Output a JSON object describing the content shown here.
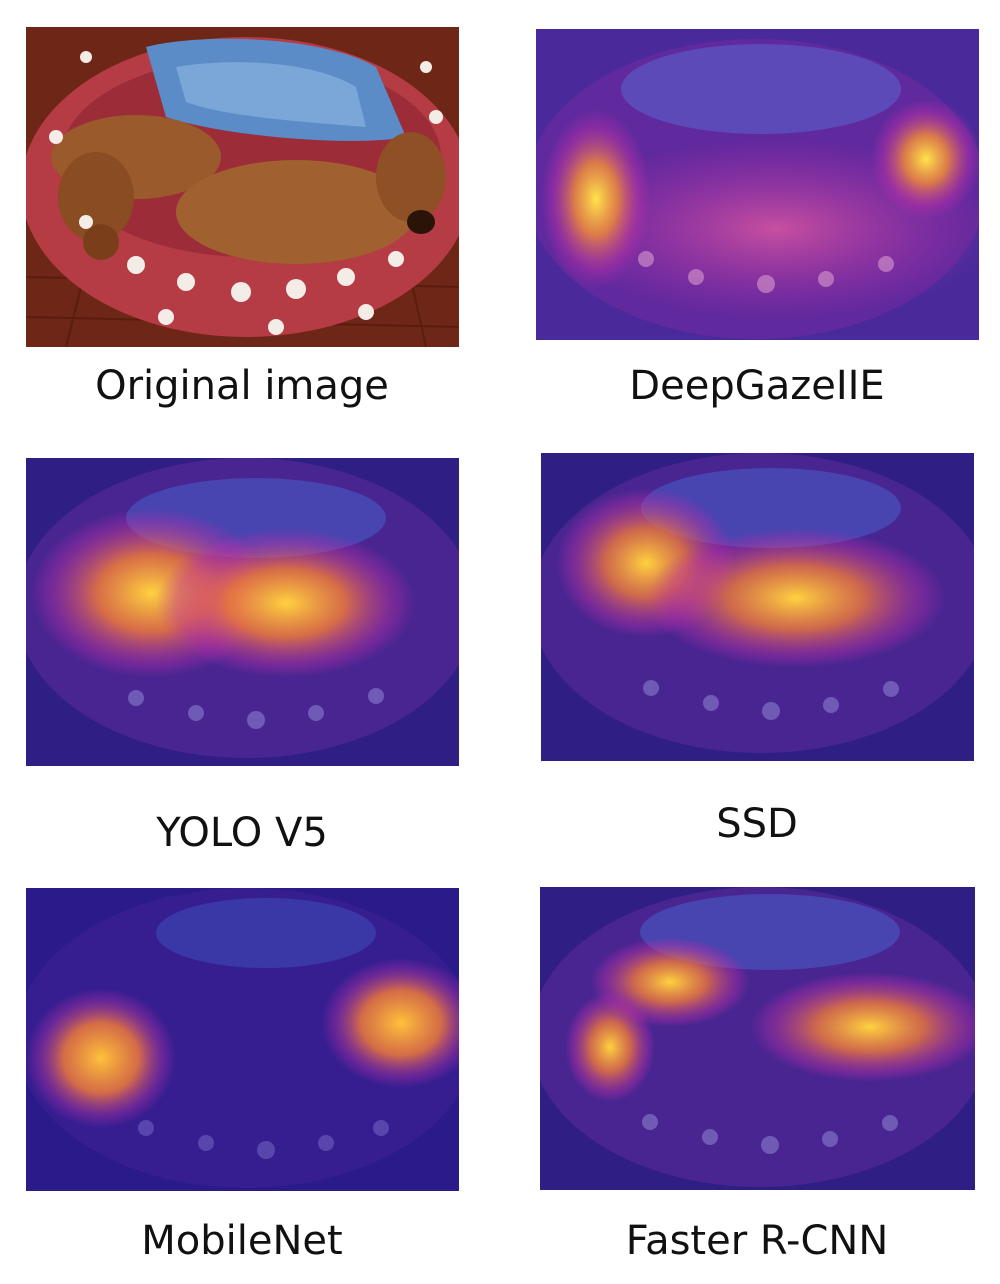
{
  "figure": {
    "panels": [
      {
        "caption": "Original image",
        "kind": "photo"
      },
      {
        "caption": "DeepGazeIIE",
        "kind": "heatmap"
      },
      {
        "caption": "YOLO V5",
        "kind": "heatmap"
      },
      {
        "caption": "SSD",
        "kind": "heatmap"
      },
      {
        "caption": "MobileNet",
        "kind": "heatmap"
      },
      {
        "caption": "Faster R-CNN",
        "kind": "heatmap"
      }
    ]
  },
  "colors": {
    "bed_red": "#b53b45",
    "blanket_blue": "#5b8cc8",
    "dog_brown": "#9a5a2c",
    "floor_wood": "#7a2c18",
    "heat_low": "#2b1f7a",
    "heat_mid": "#c02fa8",
    "heat_high": "#ffd23f"
  }
}
